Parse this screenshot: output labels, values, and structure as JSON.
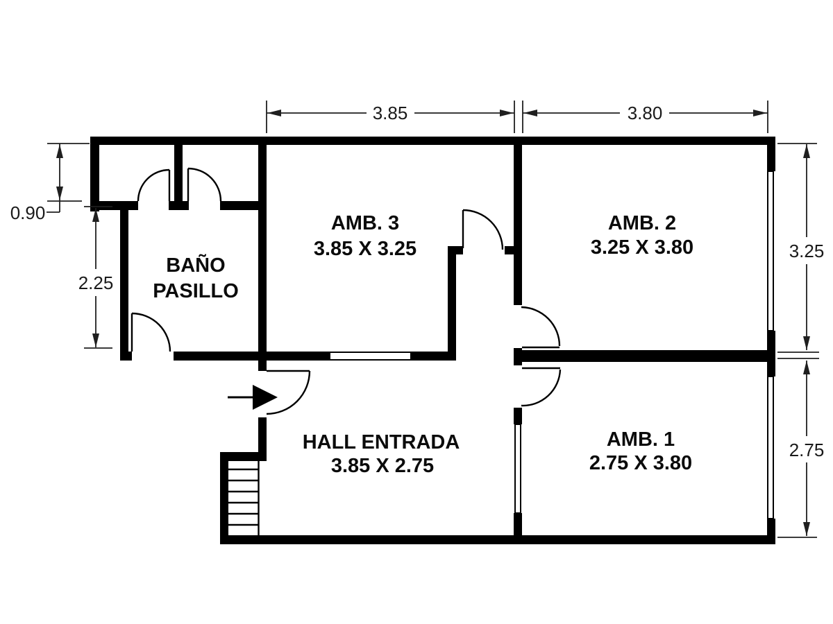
{
  "plan": {
    "title": "apartment floor plan",
    "colors": {
      "wall": "#000000",
      "background": "#ffffff"
    },
    "rooms": {
      "amb3": {
        "name": "AMB. 3",
        "size": "3.85 X 3.25"
      },
      "amb2": {
        "name": "AMB. 2",
        "size": "3.25 X 3.80"
      },
      "amb1": {
        "name": "AMB. 1",
        "size": "2.75 X 3.80"
      },
      "hall": {
        "name": "HALL ENTRADA",
        "size": "3.85 X 2.75"
      },
      "bano": {
        "name_line1": "BAÑO",
        "name_line2": "PASILLO"
      }
    },
    "measurements": {
      "top_width_left": "3.85",
      "top_width_right": "3.80",
      "left_height_top": "0.90",
      "left_height_bottom": "2.25",
      "right_height_top": "3.25",
      "right_height_bottom": "2.75"
    }
  }
}
